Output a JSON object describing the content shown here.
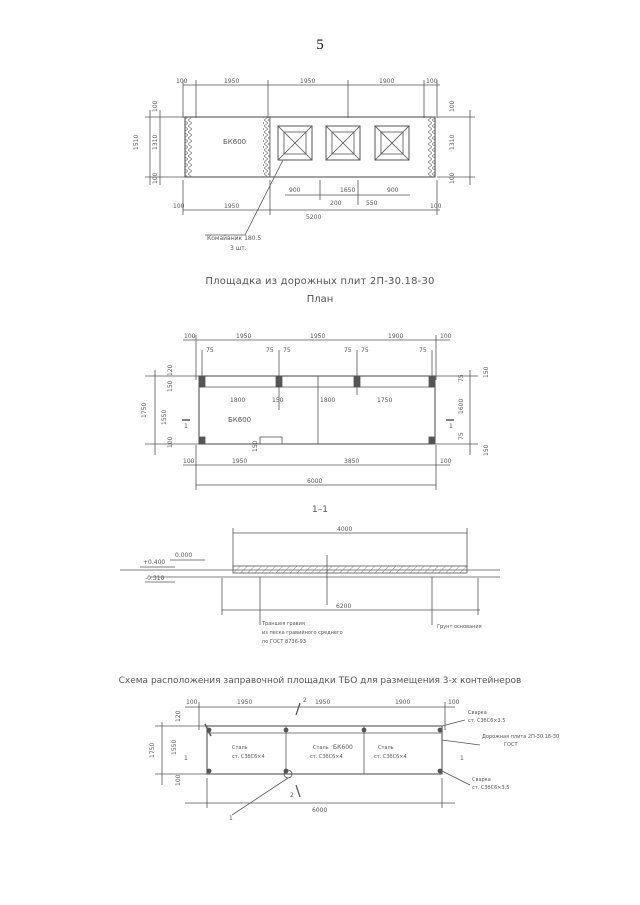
{
  "page_number": "5",
  "plan1": {
    "top_dims": [
      "100",
      "1950",
      "1950",
      "1900",
      "100"
    ],
    "left_dims": [
      "1510",
      "100",
      "1310",
      "100"
    ],
    "right_dims": [
      "100",
      "1310",
      "100"
    ],
    "inner_dims": [
      "900",
      "200",
      "1650",
      "550",
      "900"
    ],
    "bottom_dims": [
      "100",
      "1950",
      "5200",
      "100"
    ],
    "block_label": "БК600",
    "leader_label_1": "Комайаник 180.5",
    "leader_label_2": "3 шт."
  },
  "caption_1": "Площадка из дорожных плит 2П-30.18-30",
  "caption_2": "План",
  "plan2": {
    "top_dims": [
      "100",
      "1950",
      "1950",
      "1900",
      "100"
    ],
    "sub_dims": [
      "75",
      "75",
      "75",
      "75",
      "75",
      "75"
    ],
    "left_dims": [
      "120",
      "150",
      "1750",
      "1550",
      "100"
    ],
    "right_dims": [
      "150",
      "75",
      "1600",
      "75",
      "150"
    ],
    "inner_dims": [
      "1800",
      "150",
      "1800",
      "1750",
      "150"
    ],
    "block_label": "БК600",
    "bottom_dims": [
      "100",
      "1950",
      "3850",
      "100"
    ],
    "total": "6000",
    "section_mark": "1"
  },
  "section_title": "1–1",
  "section": {
    "top_dim": "4000",
    "elev_1": "+0.400",
    "elev_2": "0.000",
    "elev_3": "-0.310",
    "bottom_dim": "6200",
    "note_1a": "Траншея гравия",
    "note_1b": "из песка гравийного среднего",
    "note_1c": "по ГОСТ 8736-93",
    "note_2": "Грунт основания"
  },
  "caption_3": "Схема расположения заправочной площадки ТБО для размещения 3-х контейнеров",
  "plan3": {
    "top_dims": [
      "100",
      "1950",
      "1950",
      "1900",
      "100"
    ],
    "left_dims": [
      "120",
      "1750",
      "1550",
      "100"
    ],
    "label_a": "Сталь",
    "label_a2": "ст. С3бС6×4",
    "label_b": "Сталь",
    "label_b2": "ст. С3бС6×4",
    "label_c": "БК600",
    "label_d": "Сталь",
    "label_d2": "ст. С3бС6×4",
    "note_r1": "Сварка",
    "note_r1b": "ст. С3бС6×3.5",
    "note_r2": "Дорожная плита 2П-30.18-30",
    "note_r2b": "ГОСТ",
    "note_r3": "Сварка",
    "note_r3b": "ст. С3бС6×3.5",
    "mark_1": "1",
    "mark_2": "2",
    "total": "6000",
    "bottom_mark": "1"
  }
}
